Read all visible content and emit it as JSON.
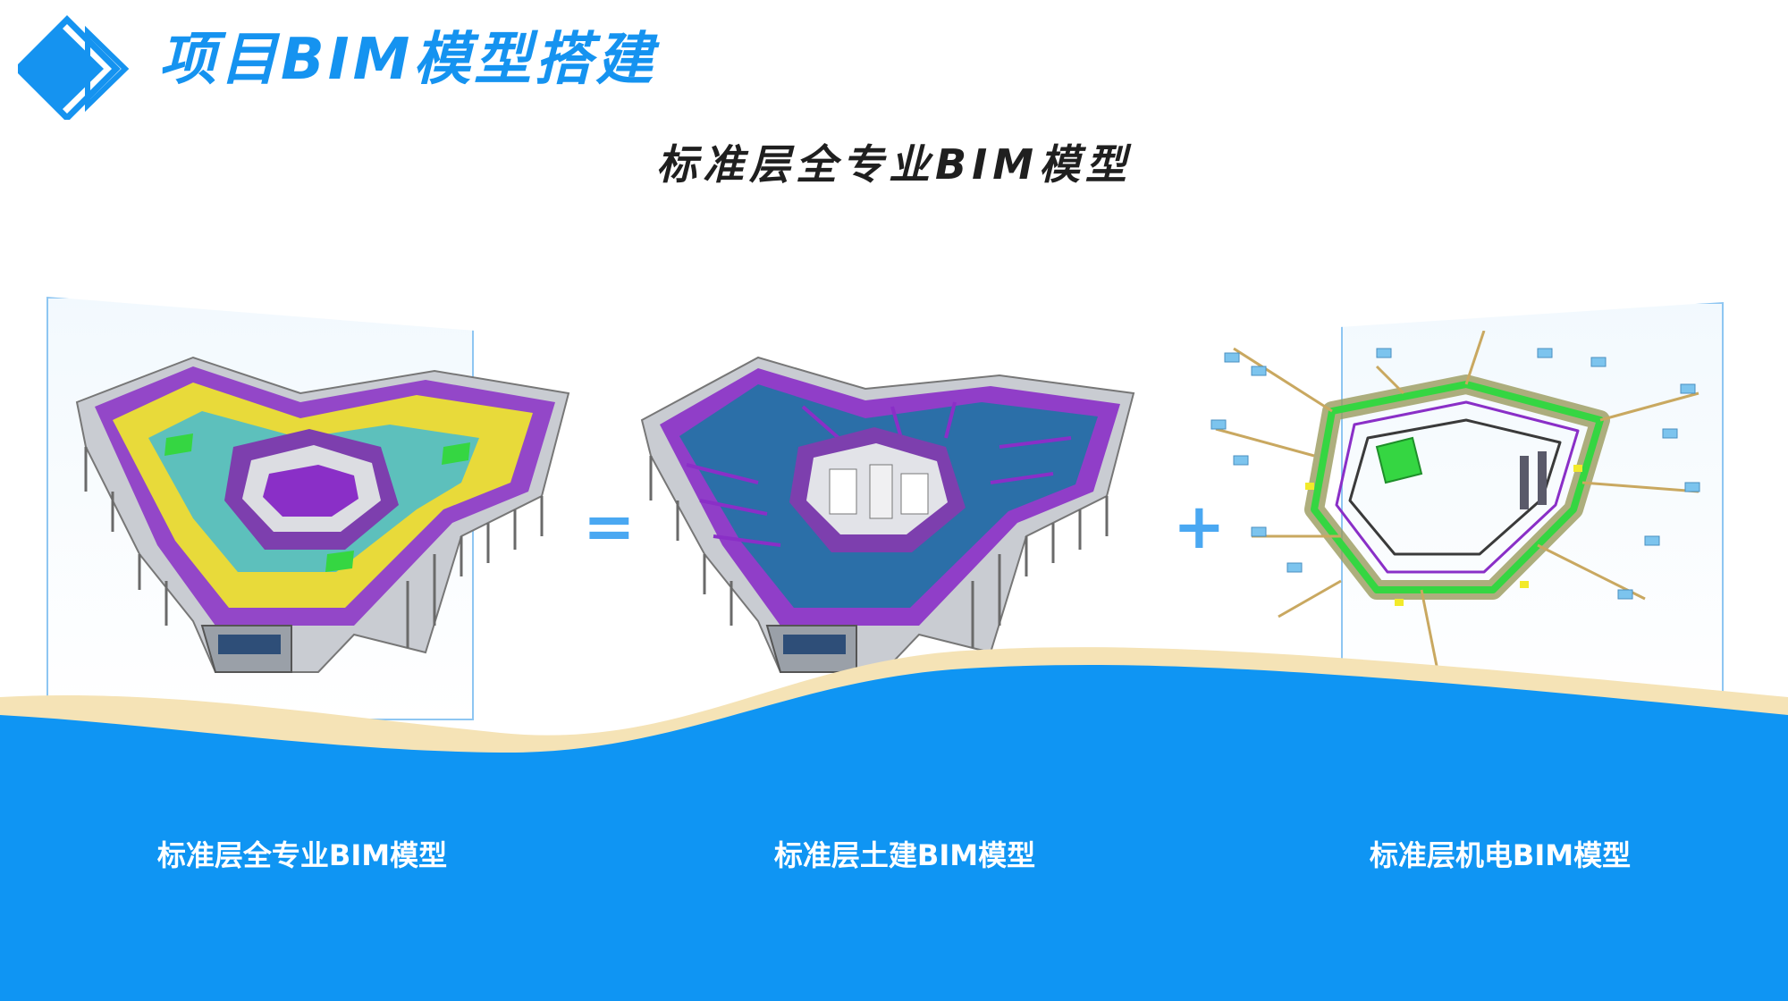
{
  "header": {
    "title": "项目BIM模型搭建"
  },
  "section": {
    "subtitle": "标准层全专业BIM模型"
  },
  "models": [
    {
      "caption": "标准层全专业BIM模型"
    },
    {
      "caption": "标准层土建BIM模型"
    },
    {
      "caption": "标准层机电BIM模型"
    }
  ],
  "operators": {
    "equals": "=",
    "plus": "+"
  },
  "colors": {
    "brand_blue": "#1593f0",
    "wave_blue": "#0f95f3",
    "wave_cream": "#f5e3b6",
    "model_purple": "#8a2fc7",
    "model_yellow": "#f2ea2a",
    "model_green": "#35d642",
    "model_blue": "#2b6fa8"
  },
  "icons": {
    "logo": "diamond-logo-icon"
  }
}
